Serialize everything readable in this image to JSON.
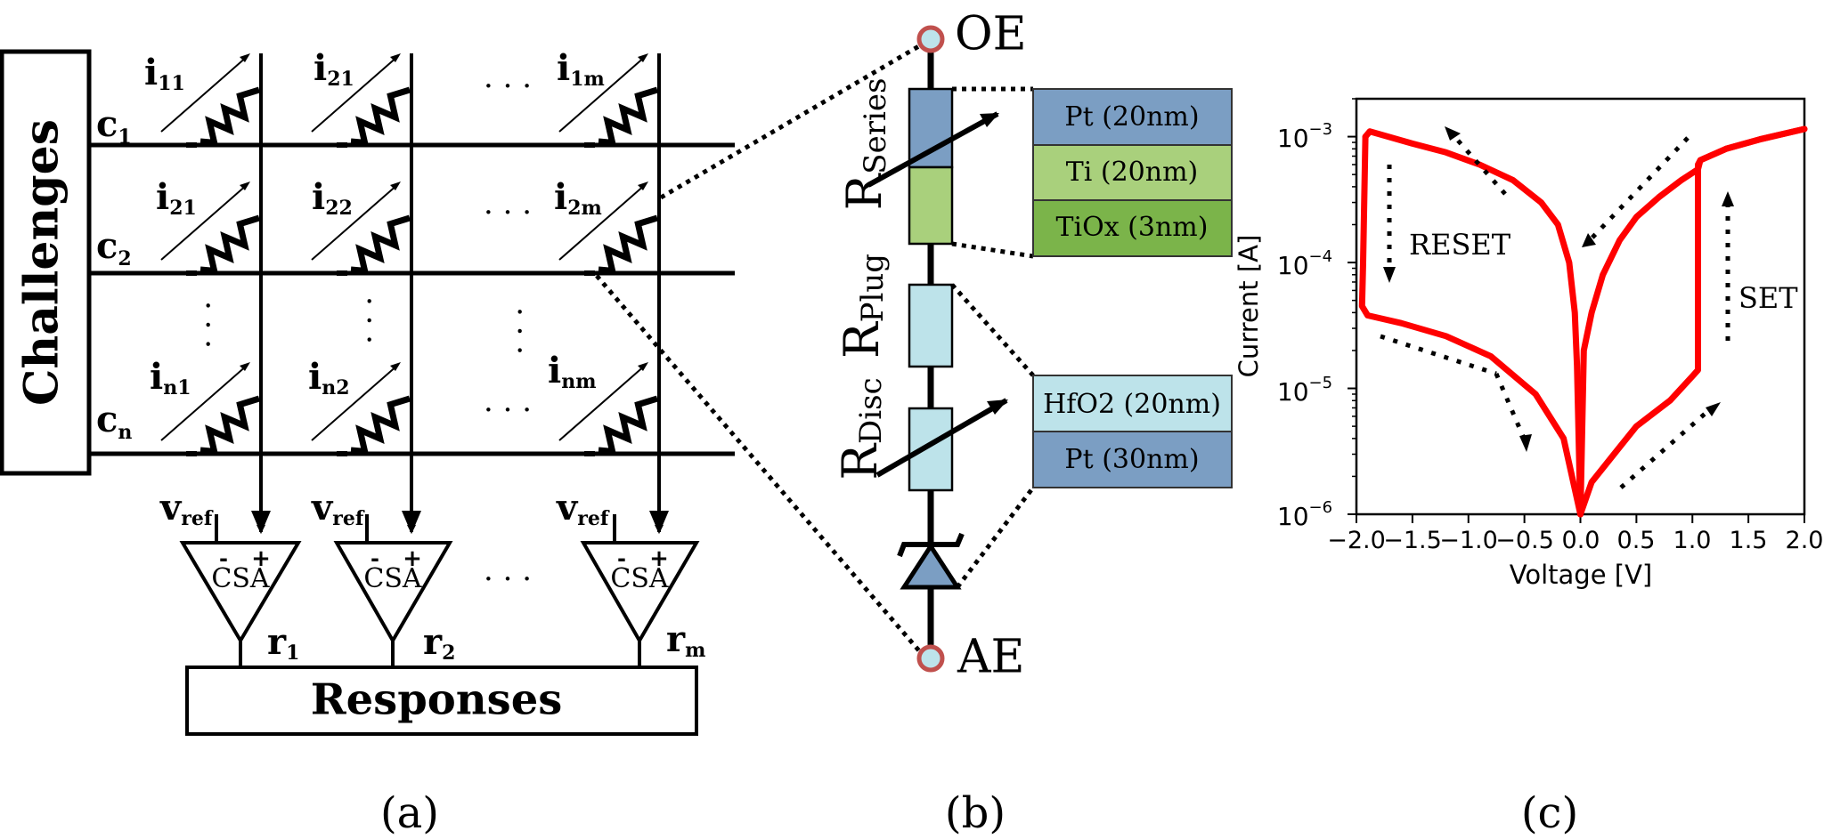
{
  "panel_a": {
    "challenges_label": "Challenges",
    "responses_label": "Responses",
    "caption": "(a)",
    "row_labels": [
      {
        "main": "c",
        "sub": "1"
      },
      {
        "main": "c",
        "sub": "2"
      },
      {
        "main": "c",
        "sub": "n"
      }
    ],
    "cell_labels": [
      [
        {
          "main": "i",
          "sub": "11"
        },
        {
          "main": "i",
          "sub": "21"
        },
        {
          "main": "i",
          "sub": "1m"
        }
      ],
      [
        {
          "main": "i",
          "sub": "21"
        },
        {
          "main": "i",
          "sub": "22"
        },
        {
          "main": "i",
          "sub": "2m"
        }
      ],
      [
        {
          "main": "i",
          "sub": "n1"
        },
        {
          "main": "i",
          "sub": "n2"
        },
        {
          "main": "i",
          "sub": "nm"
        }
      ]
    ],
    "vref": {
      "main": "v",
      "sub": "ref"
    },
    "csa_label": "CSA",
    "csa_minus": "-",
    "csa_plus": "+",
    "outputs": [
      {
        "main": "r",
        "sub": "1"
      },
      {
        "main": "r",
        "sub": "2"
      },
      {
        "main": "r",
        "sub": "m"
      }
    ],
    "ellipsis": "· · ·"
  },
  "panel_b": {
    "caption": "(b)",
    "top_terminal": "OE",
    "bottom_terminal": "AE",
    "r_series": {
      "main": "R",
      "sub": "Series"
    },
    "r_plug": {
      "main": "R",
      "sub": "Plug"
    },
    "r_disc": {
      "main": "R",
      "sub": "Disc"
    },
    "layers_top": [
      {
        "label": "Pt (20nm)",
        "color": "#7b9ec3"
      },
      {
        "label": "Ti (20nm)",
        "color": "#a9d07c"
      },
      {
        "label": "TiOx (3nm)",
        "color": "#7bb44a"
      }
    ],
    "layers_bottom": [
      {
        "label": "HfO2 (20nm)",
        "color": "#bde3ea"
      },
      {
        "label": "Pt (30nm)",
        "color": "#7b9ec3"
      }
    ],
    "colors": {
      "series_top": "#7b9ec3",
      "series_bottom": "#a9d07c",
      "plug": "#bde3ea",
      "disc": "#bde3ea",
      "diode": "#7b9ec3",
      "terminal": "#bde3ea",
      "terminal_ring": "#c0504d"
    }
  },
  "chart_data": {
    "type": "line",
    "title": "",
    "xlabel": "Voltage [V]",
    "ylabel": "Current [A]",
    "xlim": [
      -2.0,
      2.0
    ],
    "ylim": [
      1e-06,
      0.002
    ],
    "yscale": "log",
    "xticks": [
      "−2.0",
      "−1.5",
      "−1.0",
      "−0.5",
      "0.0",
      "0.5",
      "1.0",
      "1.5",
      "2.0"
    ],
    "yticks": [
      {
        "base": "10",
        "exp": "−3"
      },
      {
        "base": "10",
        "exp": "−4"
      },
      {
        "base": "10",
        "exp": "−5"
      },
      {
        "base": "10",
        "exp": "−6"
      }
    ],
    "annotations": [
      "RESET",
      "SET"
    ],
    "caption": "(c)",
    "line_color": "#ff0000",
    "series": [
      {
        "x": [
          0.0,
          0.03,
          0.1,
          0.2,
          0.35,
          0.5,
          0.7,
          0.9,
          1.05,
          1.07,
          1.3,
          1.6,
          2.0
        ],
        "y": [
          1e-06,
          2e-05,
          4e-05,
          8e-05,
          0.00015,
          0.00023,
          0.00033,
          0.00045,
          0.00055,
          0.00065,
          0.0008,
          0.00095,
          0.00115
        ]
      },
      {
        "x": [
          2.0,
          1.6,
          1.3,
          1.07,
          1.05,
          1.05,
          1.0,
          0.8,
          0.5,
          0.3,
          0.1,
          0.0
        ],
        "y": [
          0.00115,
          0.00095,
          0.0008,
          0.00065,
          0.0006,
          1.4e-05,
          1.25e-05,
          8e-06,
          5e-06,
          3e-06,
          1.8e-06,
          1e-06
        ]
      },
      {
        "x": [
          0.0,
          -0.03,
          -0.05,
          -0.1,
          -0.2,
          -0.35,
          -0.6,
          -0.9,
          -1.2,
          -1.5,
          -1.8,
          -1.88,
          -1.92
        ],
        "y": [
          1e-06,
          1.5e-05,
          4e-05,
          0.0001,
          0.0002,
          0.0003,
          0.00045,
          0.0006,
          0.00075,
          0.00088,
          0.00105,
          0.0011,
          0.001
        ]
      },
      {
        "x": [
          -1.92,
          -1.94,
          -1.95,
          -1.9,
          -1.6,
          -1.2,
          -0.8,
          -0.4,
          -0.15,
          0.0
        ],
        "y": [
          0.001,
          0.0001,
          4.5e-05,
          3.8e-05,
          3.3e-05,
          2.6e-05,
          1.8e-05,
          9e-06,
          4e-06,
          1e-06
        ]
      }
    ]
  }
}
